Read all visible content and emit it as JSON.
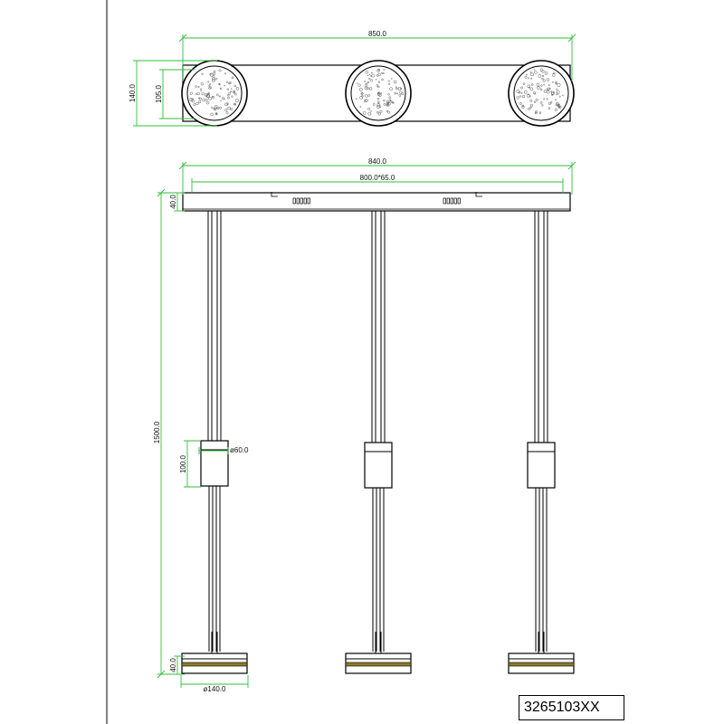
{
  "dimensions": {
    "top_width": "850.0",
    "top_depth": "140.0",
    "lens_size": "105.0",
    "canopy_width": "840.0",
    "canopy_spacing": "800.0*65.0",
    "canopy_height": "40.0",
    "total_height": "1500.0",
    "coupler_height": "100.0",
    "coupler_diameter": "ø60.0",
    "head_height": "40.0",
    "head_diameter": "ø140.0"
  },
  "product_code": "3265103XX",
  "colors": {
    "outline": "#000000",
    "dimension": "#2fbf3a",
    "accent_band": "#8a7a2a"
  },
  "icons": {
    "lens_texture": "bubble-texture-icon"
  }
}
